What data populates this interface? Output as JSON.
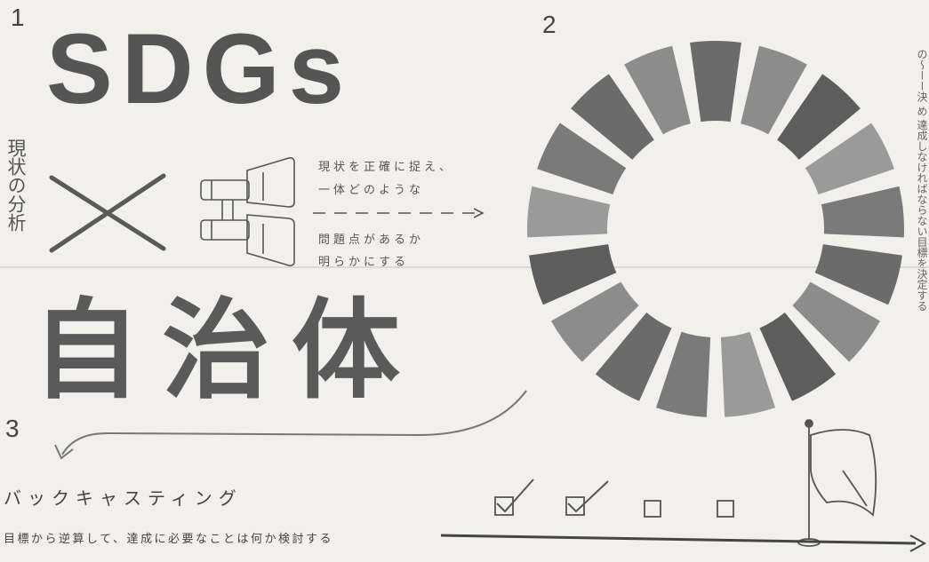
{
  "panels": {
    "one": "1",
    "two": "2",
    "three": "3"
  },
  "title": "SDGs",
  "vertical_label": "現状の分析",
  "subject": "自治体",
  "binocular_notes": {
    "line1": "現状を正確に捉え、",
    "line2": "一体どのような",
    "line3": "問題点があるか",
    "line4": "明らかにする"
  },
  "backcasting": {
    "title": "バックキャスティング",
    "description": "目標から逆算して、達成に必要なことは何か検討する"
  },
  "right_note": "の〜ーー決 め 達成しなければならない目標を決定する",
  "wheel": {
    "segments": 17,
    "shades": [
      "#6b6b6b",
      "#5d5d5d",
      "#7a7a7a",
      "#8c8c8c",
      "#9a9a9a"
    ]
  },
  "checklist": {
    "checked": 2,
    "unchecked": 2
  }
}
